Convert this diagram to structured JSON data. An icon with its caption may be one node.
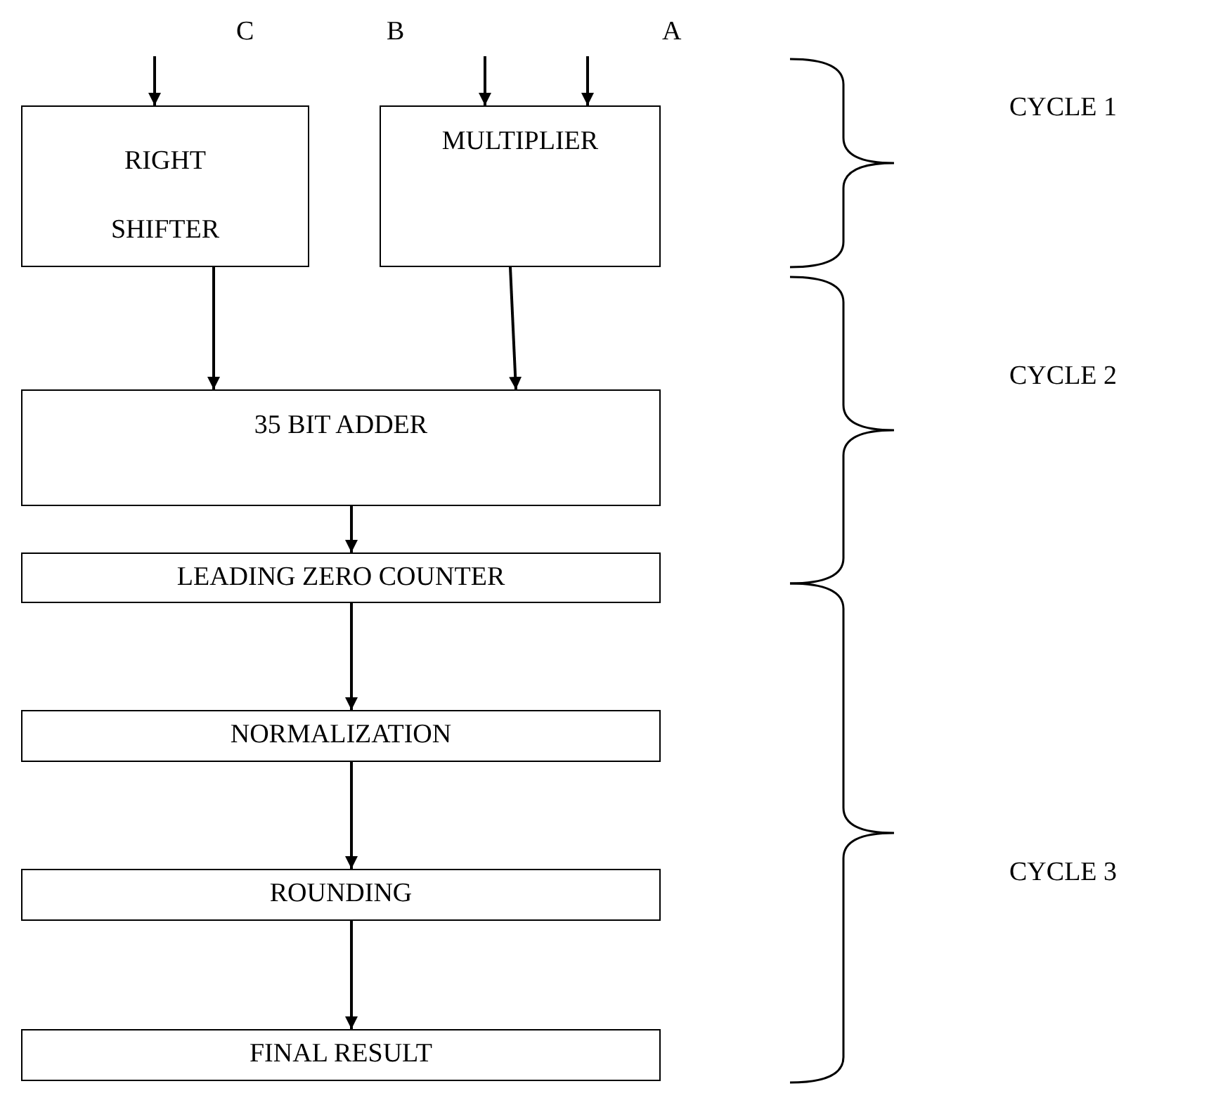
{
  "diagram": {
    "nodes": [
      {
        "text": [
          "RIGHT SHIFTER"
        ]
      },
      {
        "text": [
          "MULTIPLIER"
        ]
      },
      {
        "text": [
          "35 BIT ADDER"
        ]
      },
      {
        "text": [
          "LEADING ZERO COUNTER"
        ]
      },
      {
        "text": [
          "NORMALIZATION"
        ]
      },
      {
        "text": [
          "ROUNDING"
        ]
      },
      {
        "text": [
          "FINAL RESULT"
        ]
      }
    ],
    "edges": [
      {
        "from": null,
        "to": 0,
        "arrow": "to"
      },
      {
        "from": null,
        "to": 1,
        "arrow": "to"
      },
      {
        "from": null,
        "to": 1,
        "arrow": "to"
      },
      {
        "from": 0,
        "to": 2,
        "arrow": "to"
      },
      {
        "from": 1,
        "to": 2,
        "arrow": "to"
      },
      {
        "from": 2,
        "to": 3,
        "arrow": "to"
      },
      {
        "from": 3,
        "to": 4,
        "arrow": "to"
      },
      {
        "from": 4,
        "to": 5,
        "arrow": "to"
      },
      {
        "from": 5,
        "to": 6,
        "arrow": "to"
      }
    ],
    "labels": [
      "C",
      "B",
      "A",
      "CYCLE 1",
      "CYCLE 2",
      "CYCLE 3"
    ]
  }
}
